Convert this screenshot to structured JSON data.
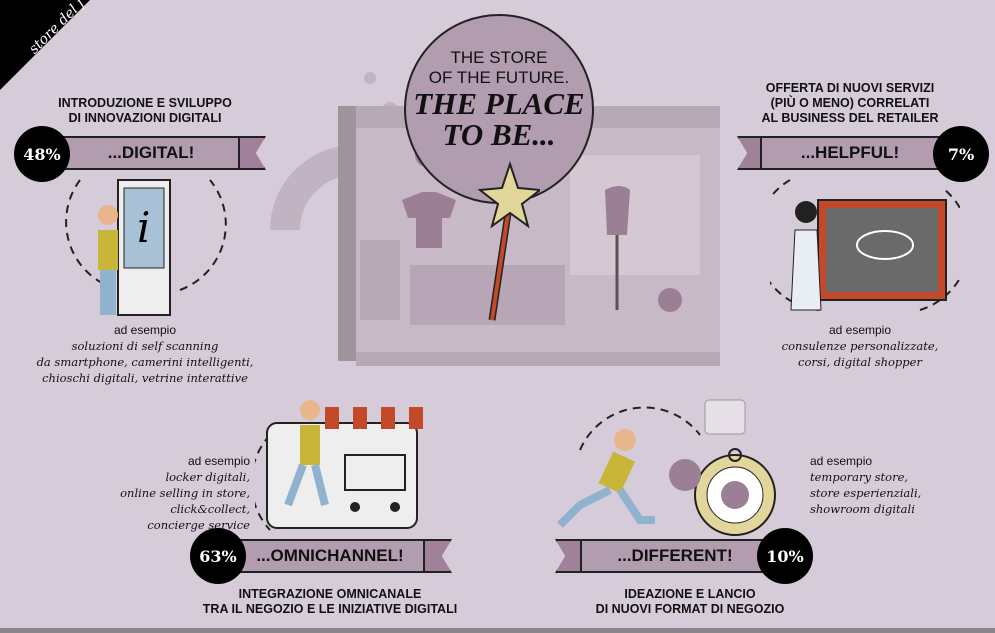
{
  "corner_label": "store del f",
  "center": {
    "line1": "THE STORE",
    "line2": "OF THE FUTURE.",
    "line3": "THE PLACE",
    "line4": "TO BE..."
  },
  "example_label": "ad esempio",
  "sections": {
    "digital": {
      "heading": [
        "INTRODUZIONE E SVILUPPO",
        "DI INNOVAZIONI DIGITALI"
      ],
      "banner": "...DIGITAL!",
      "percent": "48%",
      "examples": [
        "soluzioni di self scanning",
        "da smartphone, camerini intelligenti,",
        "chioschi digitali, vetrine interattive"
      ]
    },
    "helpful": {
      "heading": [
        "OFFERTA DI NUOVI SERVIZI",
        "(PIÙ O MENO) CORRELATI",
        "AL BUSINESS DEL RETAILER"
      ],
      "banner": "...HELPFUL!",
      "percent": "7%",
      "examples": [
        "consulenze personalizzate,",
        "corsi, digital shopper"
      ]
    },
    "omnichannel": {
      "heading": [
        "INTEGRAZIONE OMNICANALE",
        "TRA IL NEGOZIO E LE INIZIATIVE DIGITALI"
      ],
      "banner": "...OMNICHANNEL!",
      "percent": "63%",
      "examples": [
        "locker digitali,",
        "online selling in store,",
        "click&collect, concierge service"
      ]
    },
    "different": {
      "heading": [
        "IDEAZIONE E LANCIO",
        "DI NUOVI FORMAT DI NEGOZIO"
      ],
      "banner": "...DIFFERENT!",
      "percent": "10%",
      "examples": [
        "temporary store,",
        "store esperienziali,",
        "showroom digitali"
      ]
    }
  },
  "colors": {
    "background": "#d6cbd8",
    "banner": "#b29caf",
    "accent_red": "#c4492b"
  }
}
